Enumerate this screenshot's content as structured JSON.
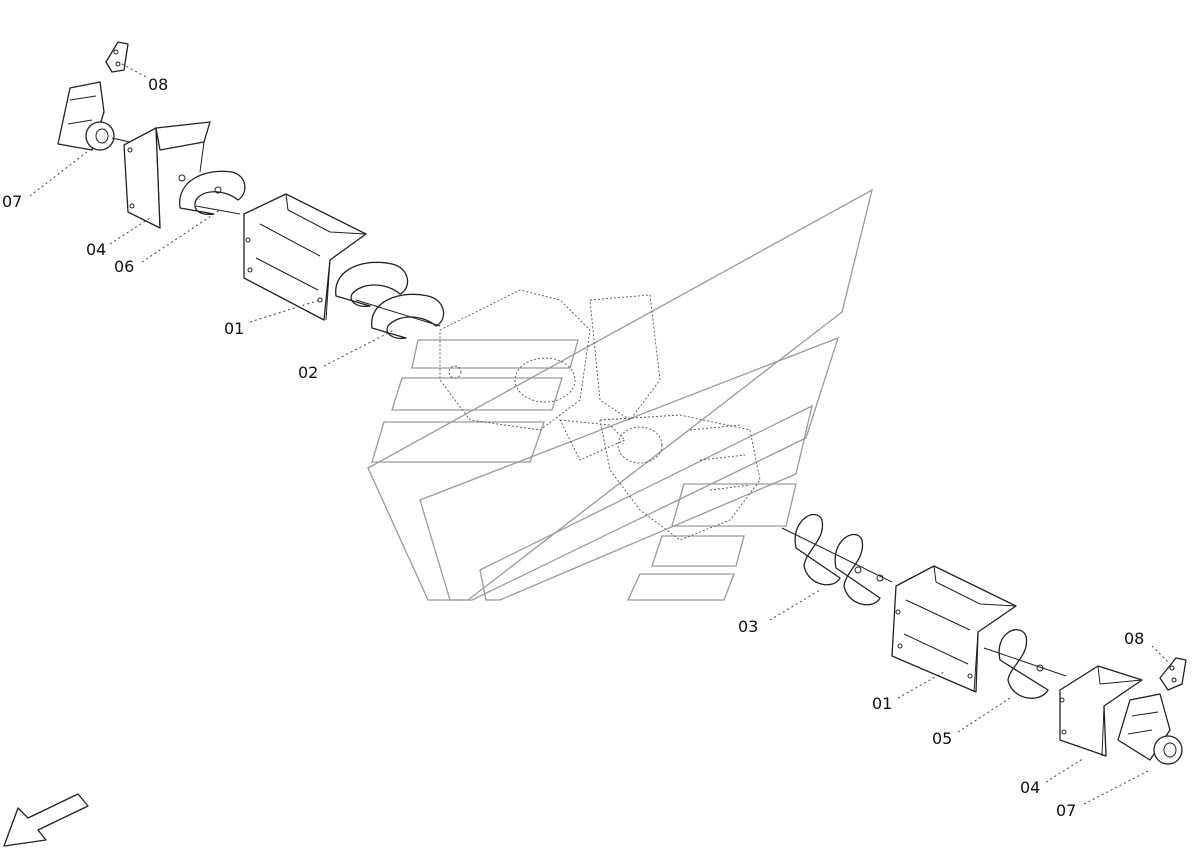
{
  "labels": {
    "top_08": "08",
    "top_07": "07",
    "top_04": "04",
    "top_06": "06",
    "top_01": "01",
    "top_02": "02",
    "bottom_03": "03",
    "bottom_01": "01",
    "bottom_05": "05",
    "bottom_08": "08",
    "bottom_04": "04",
    "bottom_07": "07"
  },
  "icons": {
    "direction_arrow": "arrow-down-left-icon",
    "watermark": "logo-watermark"
  }
}
